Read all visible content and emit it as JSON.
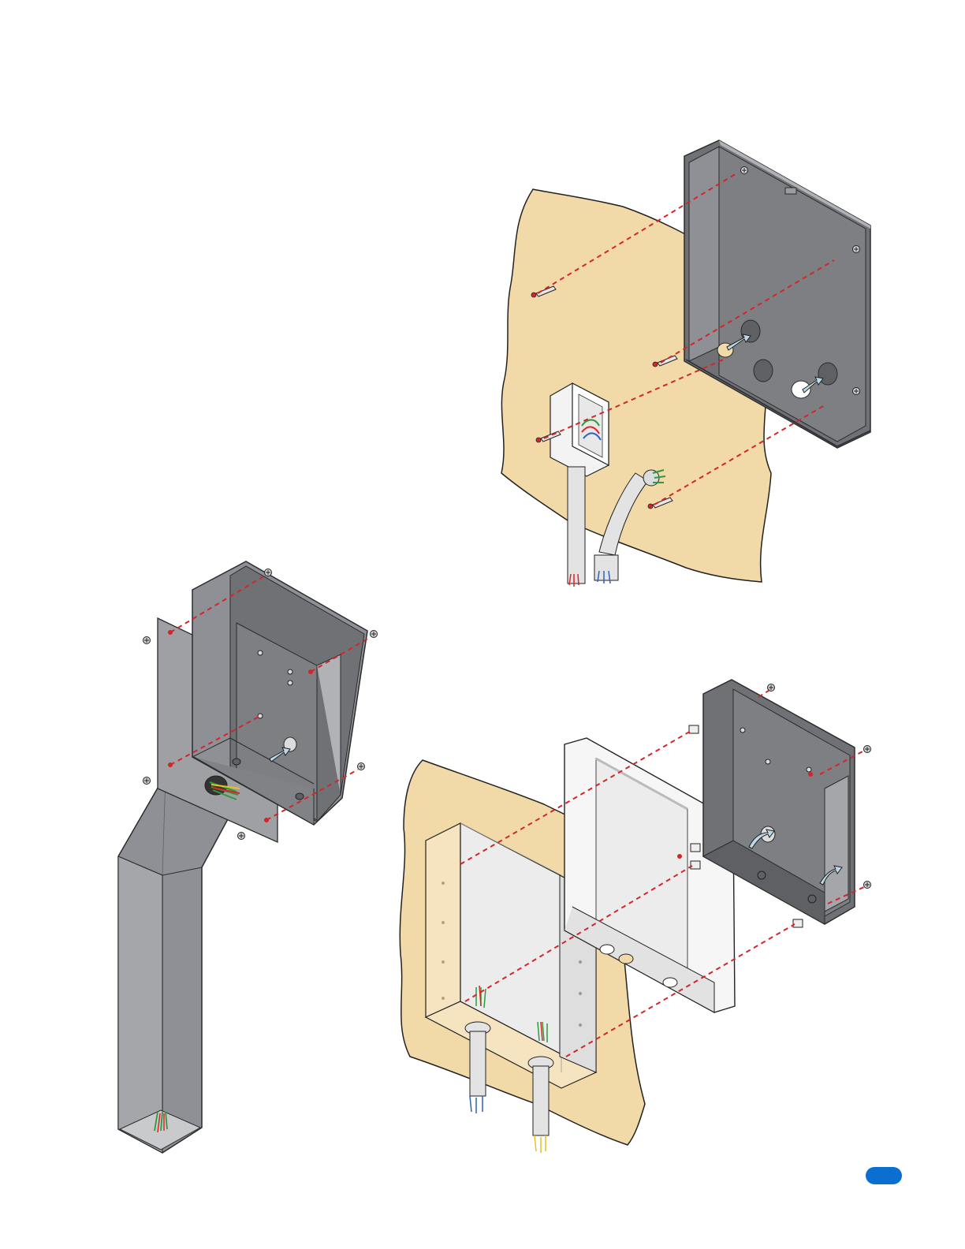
{
  "page": {
    "badge_label": "",
    "badge_color": "#0a6fd1"
  },
  "colors": {
    "wall": "#f2d9a8",
    "wall_outline": "#222222",
    "metal_dark": "#6f7175",
    "metal_mid": "#8e9095",
    "metal_light": "#b0b2b6",
    "metal_edge": "#2b2c2e",
    "frame_white": "#f6f6f6",
    "box_interior": "#ececec",
    "dash": "#d3262a",
    "arrow": "#bcd9ea",
    "conduit": "#e3e3e3",
    "wire_colors": [
      "#2e9a3b",
      "#d8262b",
      "#2f62b8",
      "#e7c21f",
      "#8b5a2b"
    ]
  },
  "figures": [
    {
      "id": "surface-mount-on-wall",
      "icon": "surface-mount-icon"
    },
    {
      "id": "pedestal-mount",
      "icon": "pedestal-icon"
    },
    {
      "id": "flush-mount-in-wall",
      "icon": "flush-mount-icon"
    }
  ]
}
